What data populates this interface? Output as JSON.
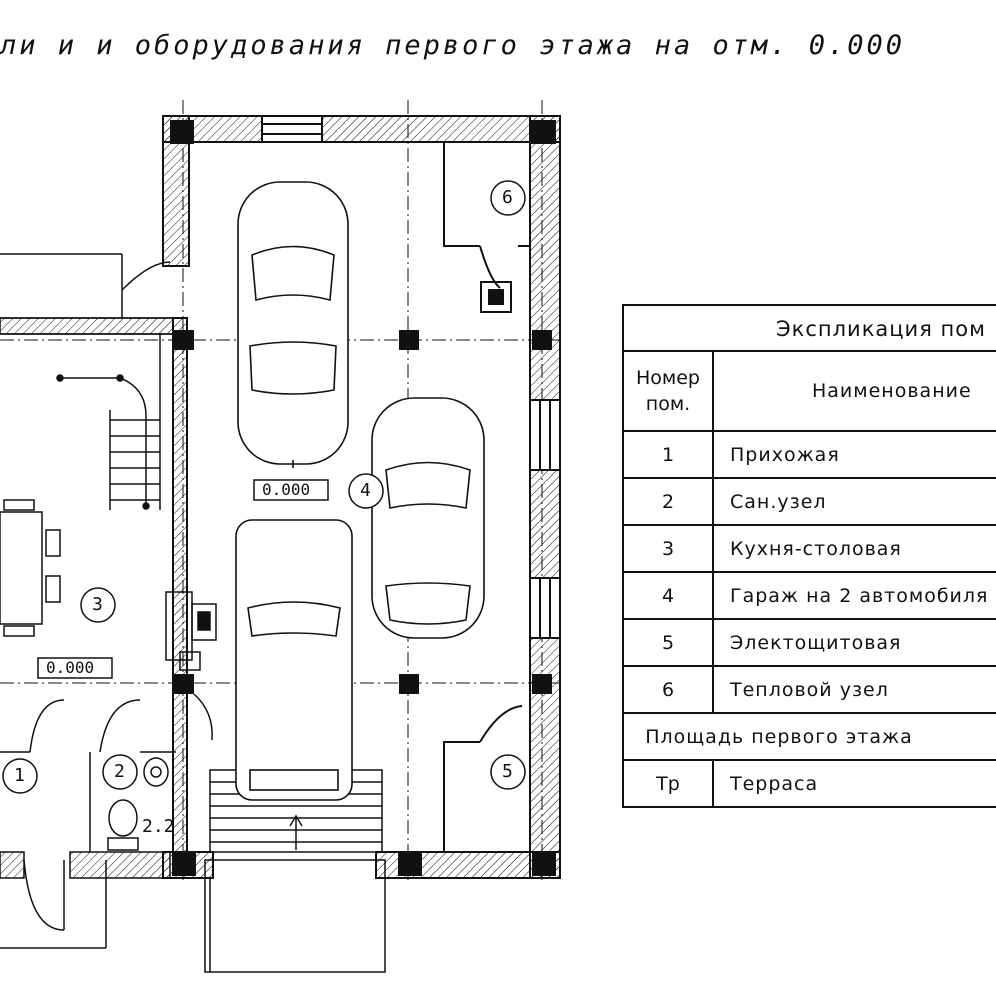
{
  "title": "ли и и оборудования первого этажа на отм. 0.000",
  "level_marks": [
    "0.000",
    "0.000"
  ],
  "room_numbers": [
    "1",
    "2",
    "3",
    "4",
    "5",
    "6"
  ],
  "area_label": "2.2",
  "explication": {
    "header": "Экспликация пом",
    "col_number": "Номер пом.",
    "col_name": "Наименование",
    "rows": [
      {
        "num": "1",
        "name": "Прихожая"
      },
      {
        "num": "2",
        "name": "Сан.узел"
      },
      {
        "num": "3",
        "name": "Кухня-столовая"
      },
      {
        "num": "4",
        "name": "Гараж на 2 автомобиля"
      },
      {
        "num": "5",
        "name": "Электощитовая"
      },
      {
        "num": "6",
        "name": "Тепловой узел"
      }
    ],
    "total_label": "Площадь первого этажа",
    "terrace": {
      "num": "Тр",
      "name": "Терраса"
    }
  }
}
